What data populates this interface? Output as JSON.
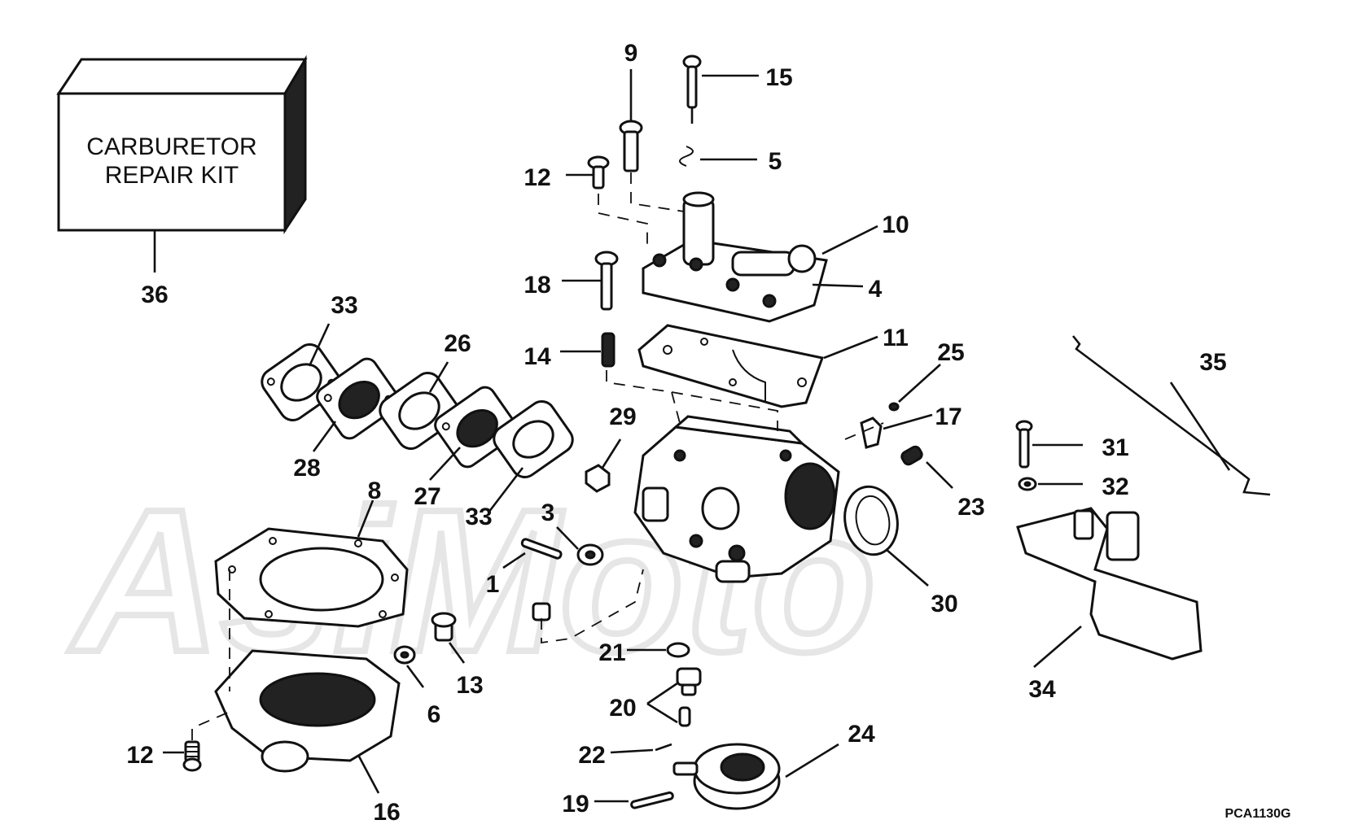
{
  "kit_box": {
    "line1": "CARBURETOR",
    "line2": "REPAIR KIT"
  },
  "watermark": "AsiMoto",
  "drawing_code": "PCA1130G",
  "callouts": {
    "c36": "36",
    "c33a": "33",
    "c28": "28",
    "c26": "26",
    "c27": "27",
    "c33b": "33",
    "c8": "8",
    "c9": "9",
    "c15": "15",
    "c5": "5",
    "c12a": "12",
    "c10": "10",
    "c18": "18",
    "c4": "4",
    "c14": "14",
    "c11": "11",
    "c25": "25",
    "c29": "29",
    "c17": "17",
    "c23": "23",
    "c35": "35",
    "c31": "31",
    "c32": "32",
    "c3": "3",
    "c1": "1",
    "c30": "30",
    "c21": "21",
    "c13": "13",
    "c6": "6",
    "c20": "20",
    "c34": "34",
    "c24": "24",
    "c22": "22",
    "c12b": "12",
    "c16": "16",
    "c19": "19"
  }
}
